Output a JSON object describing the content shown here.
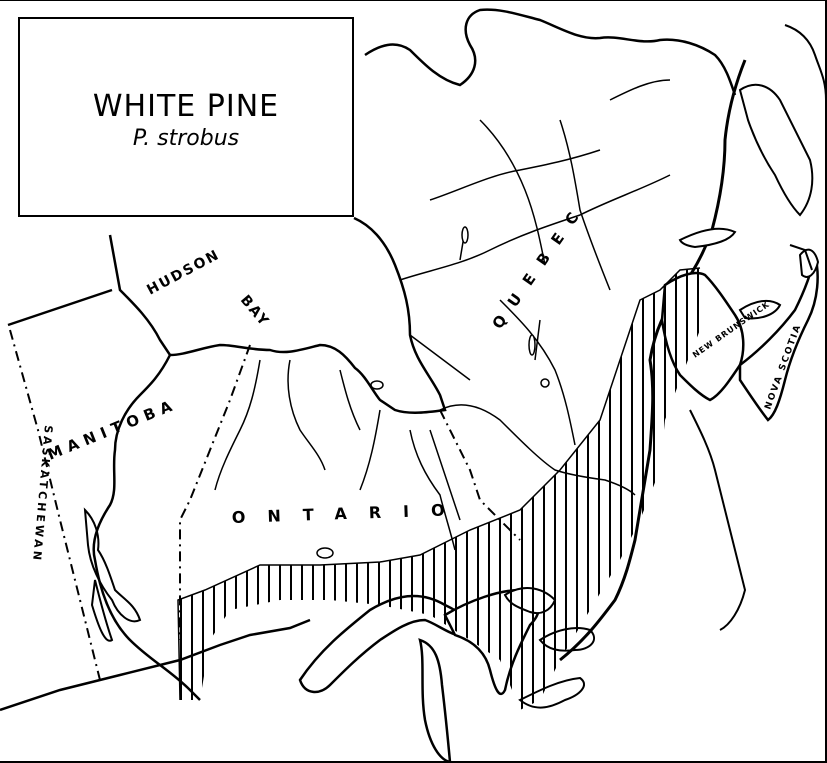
{
  "legend": {
    "title": "WHITE PINE",
    "subtitle": "P. strobus"
  },
  "labels": {
    "hudson": "HUDSON",
    "bay": "BAY",
    "manitoba": "MANITOBA",
    "ontario": "ONTARIO",
    "quebec": "QUEBEC",
    "saskatchewan": "SASKATCHEWAN",
    "new_brunswick": "NEW BRUNSWICK",
    "nova_scotia": "NOVA SCOTIA"
  },
  "map": {
    "line_color": "#000000",
    "range_hatch": "vertical"
  }
}
